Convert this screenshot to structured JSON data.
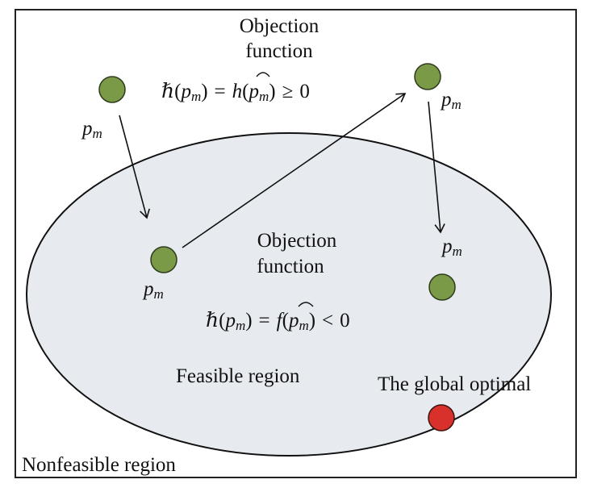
{
  "colors": {
    "frame": "#222222",
    "feasible_fill": "#e7ebf0",
    "point_fill": "#7a9a47",
    "point_stroke": "#2e3b1c",
    "optimal_fill": "#d8312b",
    "optimal_stroke": "#3a1410"
  },
  "labels": {
    "top_objection_line1": "Objection",
    "top_objection_line2": "function",
    "inner_objection_line1": "Objection",
    "inner_objection_line2": "function",
    "feasible_region": "Feasible region",
    "nonfeasible_region": "Nonfeasible region",
    "global_optimal": "The global optimal"
  },
  "math": {
    "pm": "p",
    "m_sub": "m",
    "hbar": "ℏ",
    "open_paren": "(",
    "close_paren": ")",
    "equals": "=",
    "h_hat": "h",
    "f_hat": "f",
    "geq": "≥",
    "lt": "<",
    "zero": "0"
  }
}
